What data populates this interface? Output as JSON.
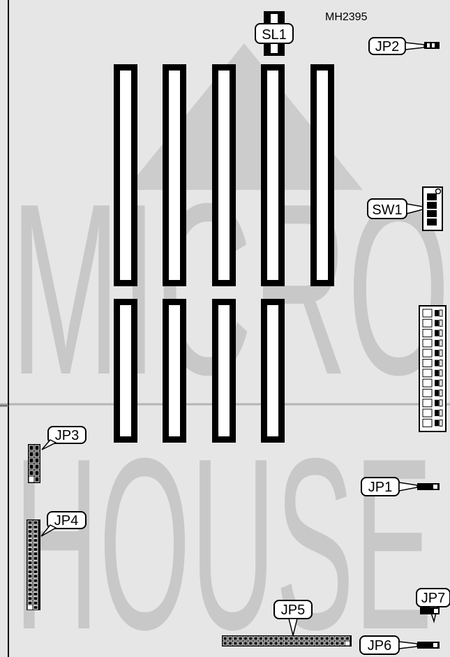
{
  "board": {
    "model": "MH2395",
    "watermark": {
      "line1": "MICRO",
      "line2": "HOUSE"
    }
  },
  "labels": {
    "sl1": "SL1",
    "jp2": "JP2",
    "sw1": "SW1",
    "jp3": "JP3",
    "jp1": "JP1",
    "jp4": "JP4",
    "jp7": "JP7",
    "jp5": "JP5",
    "jp6": "JP6"
  },
  "colors": {
    "board": "#e6e6e6",
    "watermark": "#cfcfcf",
    "component": "#000000",
    "label_bg": "#ffffff"
  }
}
